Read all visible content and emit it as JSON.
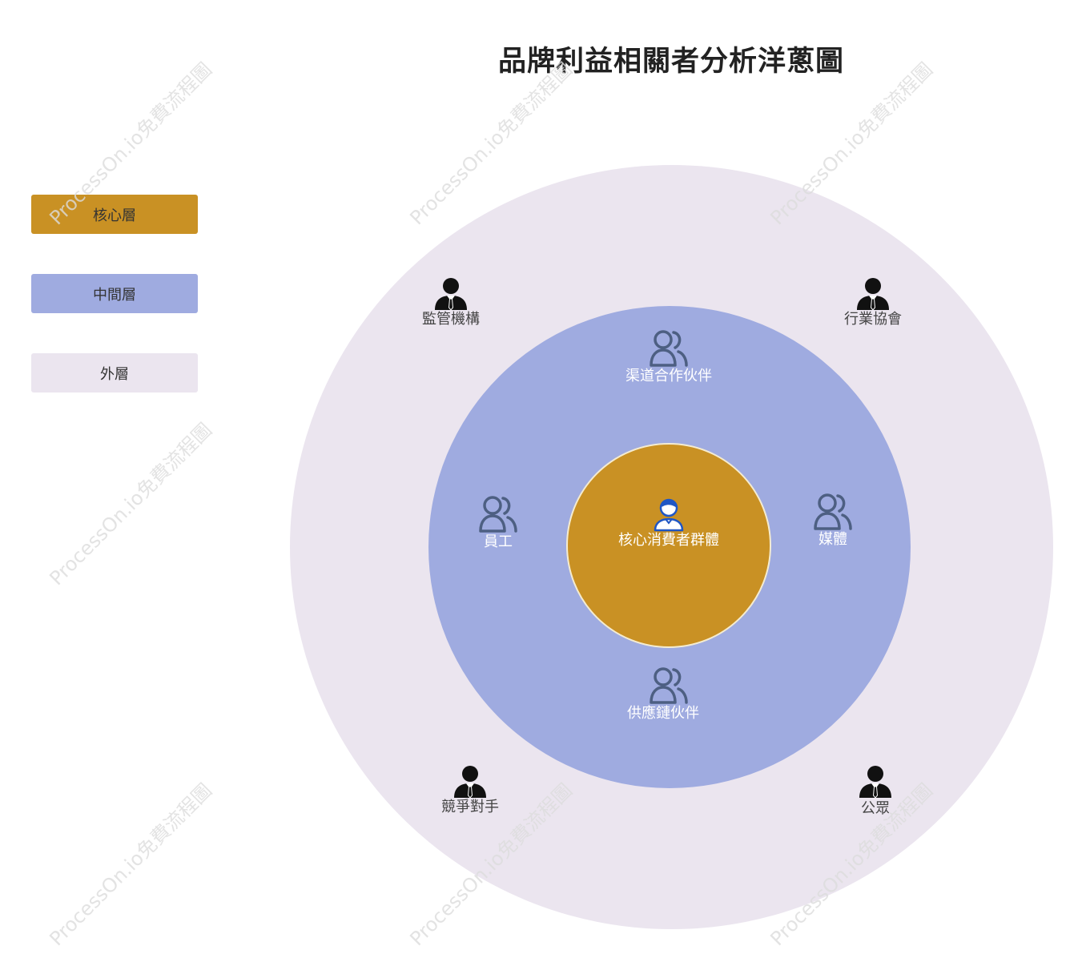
{
  "title": "品牌利益相關者分析洋蔥圖",
  "legend": [
    {
      "label": "核心層",
      "color": "#c99124"
    },
    {
      "label": "中間層",
      "color": "#9fabe0"
    },
    {
      "label": "外層",
      "color": "#ebe5ef"
    }
  ],
  "rings": {
    "outer_color": "#ebe5ef",
    "middle_color": "#9fabe0",
    "core_color": "#c99124"
  },
  "core": {
    "label": "核心消費者群體",
    "icon": "user-avatar-icon"
  },
  "middle_nodes": [
    {
      "label": "渠道合作伙伴",
      "icon": "people-group-icon"
    },
    {
      "label": "員工",
      "icon": "people-group-icon"
    },
    {
      "label": "媒體",
      "icon": "people-group-icon"
    },
    {
      "label": "供應鏈伙伴",
      "icon": "people-group-icon"
    }
  ],
  "outer_nodes": [
    {
      "label": "監管機構",
      "icon": "businessman-icon"
    },
    {
      "label": "行業協會",
      "icon": "businessman-icon"
    },
    {
      "label": "競爭對手",
      "icon": "businessman-icon"
    },
    {
      "label": "公眾",
      "icon": "businessman-icon"
    }
  ],
  "watermark": "ProcessOn.io免費流程圖"
}
